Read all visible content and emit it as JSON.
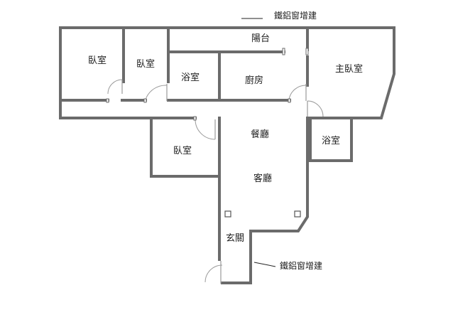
{
  "rooms": {
    "bedroom_1": "臥室",
    "bedroom_2": "臥室",
    "balcony": "陽台",
    "bathroom_1": "浴室",
    "kitchen": "廚房",
    "master_bedroom": "主臥室",
    "bedroom_3": "臥室",
    "dining_room": "餐廳",
    "living_room": "客廳",
    "bathroom_2": "浴室",
    "entrance": "玄關"
  },
  "annotations": {
    "top_note": "鐵鋁窗增建",
    "bottom_note": "鐵鋁窗增建"
  }
}
